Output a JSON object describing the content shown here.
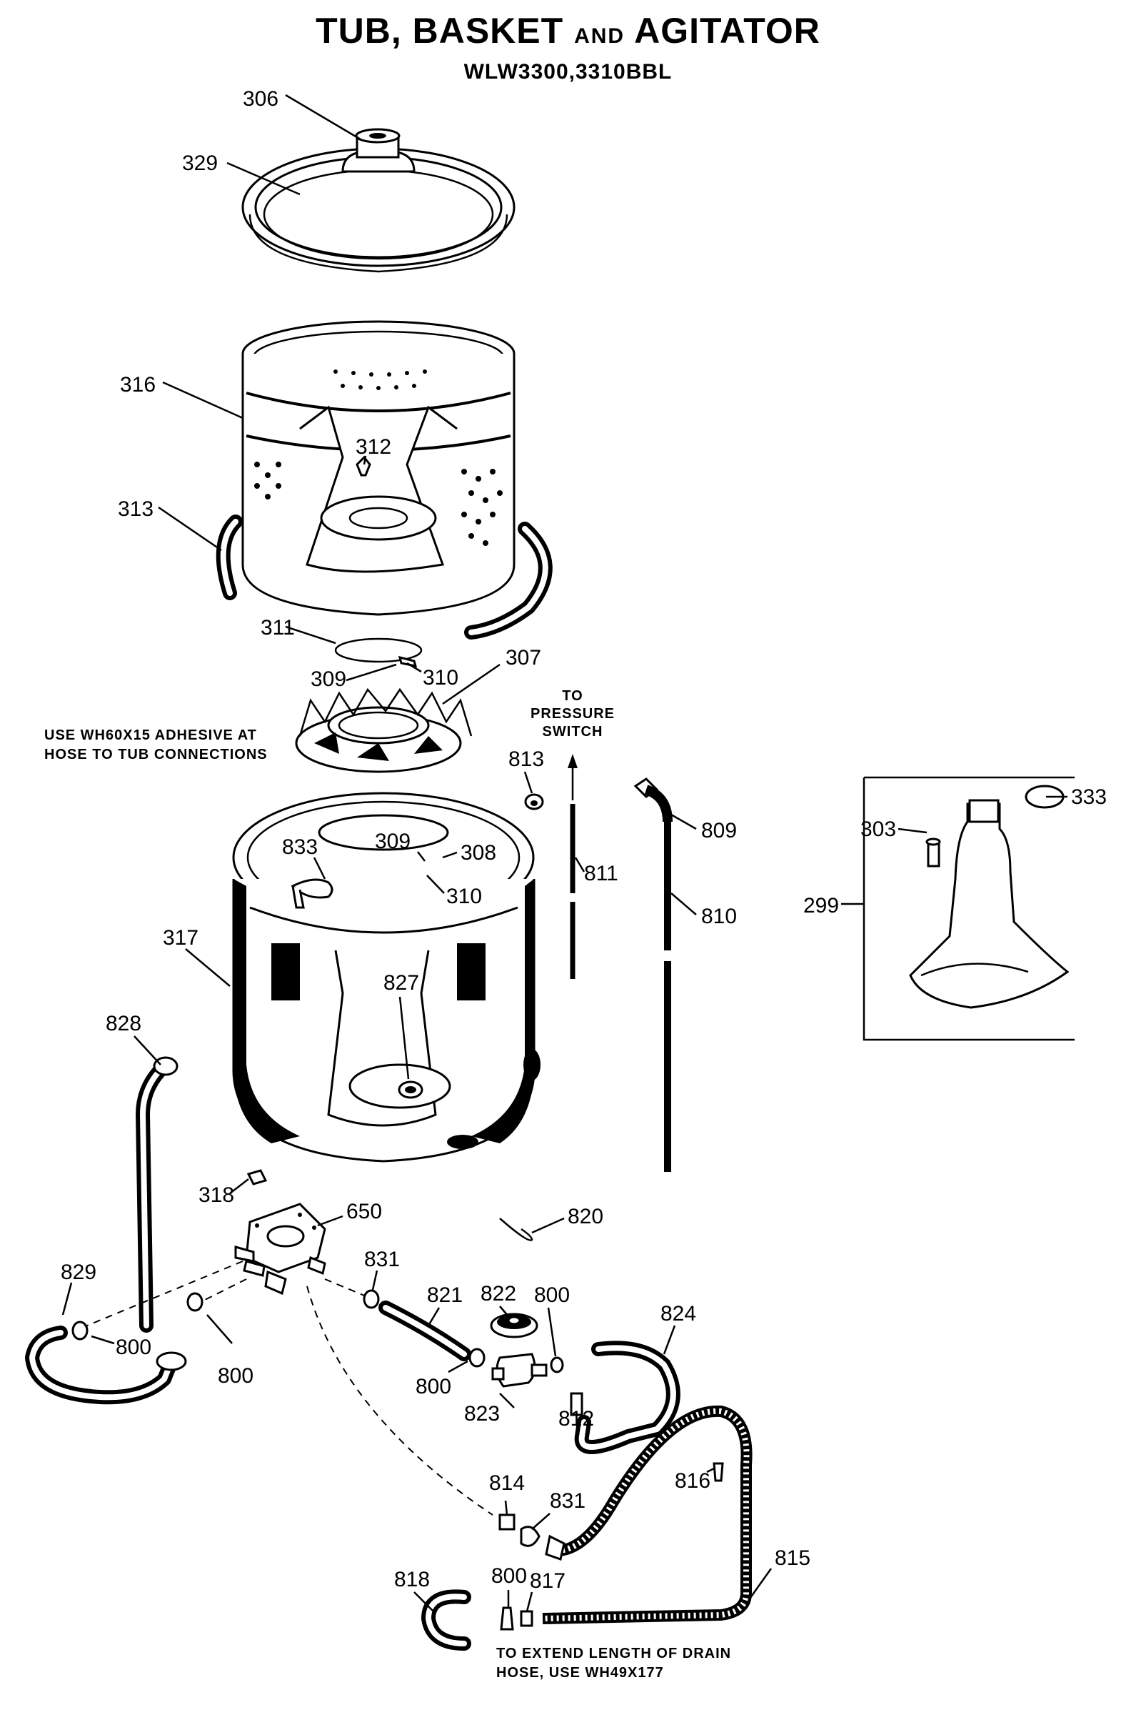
{
  "title": {
    "part1": "TUB, BASKET",
    "and": "AND",
    "part2": "AGITATOR"
  },
  "subtitle": "WLW3300,3310BBL",
  "notes": {
    "adhesive_line1": "USE  WH60X15  ADHESIVE  AT",
    "adhesive_line2": "HOSE  TO  TUB  CONNECTIONS",
    "pressure_line1": "TO",
    "pressure_line2": "PRESSURE",
    "pressure_line3": "SWITCH",
    "extend_line1": "TO  EXTEND  LENGTH  OF  DRAIN",
    "extend_line2": "HOSE,  USE  WH49X177"
  },
  "labels": {
    "p306": "306",
    "p329": "329",
    "p316": "316",
    "p312": "312",
    "p313": "313",
    "p311": "311",
    "p309a": "309",
    "p310a": "310",
    "p307": "307",
    "p813": "813",
    "p809": "809",
    "p833": "833",
    "p309b": "309",
    "p308": "308",
    "p310b": "310",
    "p811": "811",
    "p810": "810",
    "p317": "317",
    "p827": "827",
    "p828": "828",
    "p318": "318",
    "p650": "650",
    "p820": "820",
    "p829": "829",
    "p831a": "831",
    "p821": "821",
    "p822": "822",
    "p800a": "800",
    "p824": "824",
    "p800b": "800",
    "p800c": "800",
    "p800d": "800",
    "p823": "823",
    "p812": "812",
    "p816": "816",
    "p814": "814",
    "p831b": "831",
    "p815": "815",
    "p818": "818",
    "p800e": "800",
    "p817": "817",
    "p333": "333",
    "p303": "303",
    "p299": "299"
  }
}
